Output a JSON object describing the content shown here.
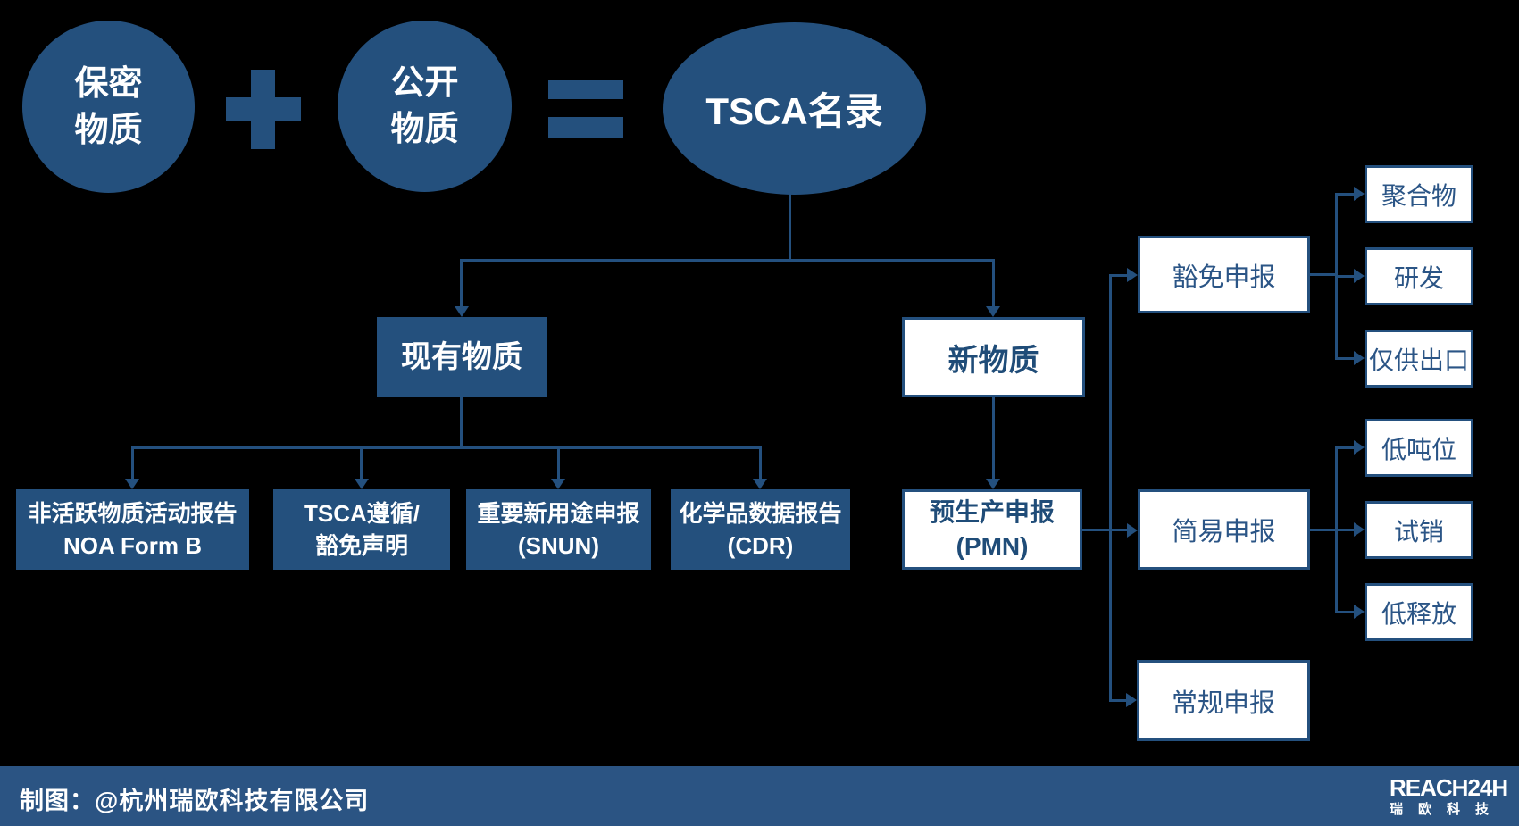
{
  "colors": {
    "background": "#000000",
    "node_fill": "#24507D",
    "node_text": "#FFFFFF",
    "connector": "#24507E",
    "outline_box_border": "#24507E",
    "outline_box_text": "#1F4C78",
    "route_text": "#2B5586",
    "footer_bar": "#2B5483"
  },
  "formula": {
    "confidential": {
      "line1": "保密",
      "line2": "物质"
    },
    "operator_plus": "+",
    "public": {
      "line1": "公开",
      "line2": "物质"
    },
    "operator_equals": "=",
    "result": "TSCA名录"
  },
  "branches": {
    "existing": "现有物质",
    "new": "新物质"
  },
  "existing_reports": [
    {
      "line1": "非活跃物质活动报告",
      "line2": "NOA Form B"
    },
    {
      "line1": "TSCA遵循/",
      "line2": "豁免声明"
    },
    {
      "line1": "重要新用途申报",
      "line2": "(SNUN)"
    },
    {
      "line1": "化学品数据报告",
      "line2": "(CDR)"
    }
  ],
  "pmn": {
    "line1": "预生产申报",
    "line2": "(PMN)"
  },
  "routes": {
    "exempt": {
      "label": "豁免申报",
      "children": [
        "聚合物",
        "研发",
        "仅供出口"
      ]
    },
    "simple": {
      "label": "简易申报",
      "children": [
        "低吨位",
        "试销",
        "低释放"
      ]
    },
    "regular": {
      "label": "常规申报"
    }
  },
  "footer": {
    "credit": "制图：@杭州瑞欧科技有限公司",
    "brand_name": "REACH24H",
    "brand_cjk": "瑞欧科技"
  }
}
